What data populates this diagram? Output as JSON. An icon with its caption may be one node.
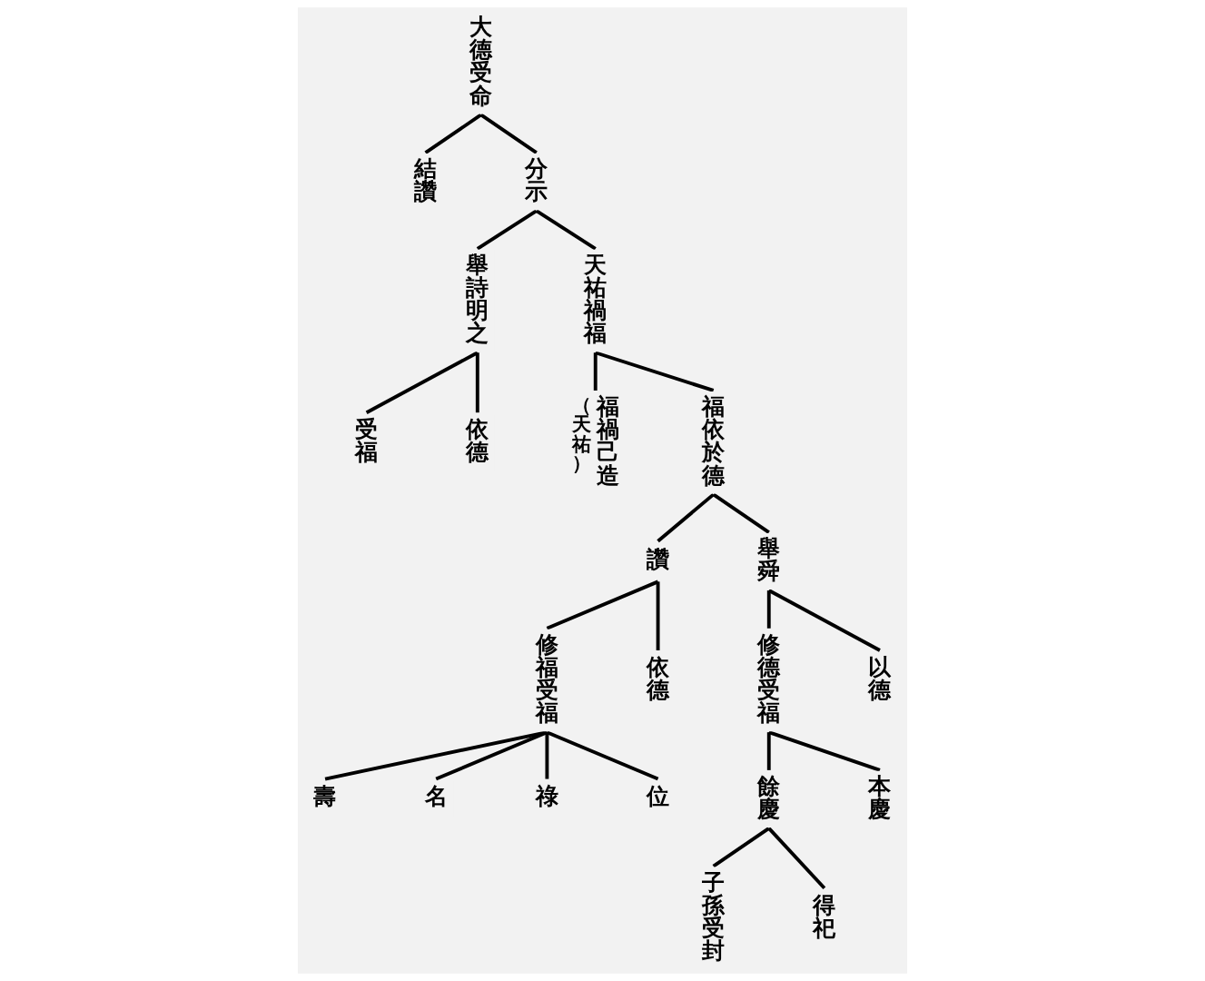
{
  "diagram": {
    "nodes": [
      {
        "text": [
          "大德受命"
        ]
      },
      {
        "text": [
          "結讚"
        ]
      },
      {
        "text": [
          "分示"
        ]
      },
      {
        "text": [
          "舉詩明之"
        ]
      },
      {
        "text": [
          "天祐禍福"
        ]
      },
      {
        "text": [
          "受福"
        ]
      },
      {
        "text": [
          "依德"
        ]
      },
      {
        "text": [
          "福禍己造"
        ],
        "beside": [
          "（天祐）"
        ]
      },
      {
        "text": [
          "福依於德"
        ]
      },
      {
        "text": [
          "讚"
        ]
      },
      {
        "text": [
          "舉舜"
        ]
      },
      {
        "text": [
          "修福受福"
        ]
      },
      {
        "text": [
          "依德"
        ]
      },
      {
        "text": [
          "修德受福"
        ]
      },
      {
        "text": [
          "以德"
        ]
      },
      {
        "text": [
          "壽"
        ]
      },
      {
        "text": [
          "名"
        ]
      },
      {
        "text": [
          "祿"
        ]
      },
      {
        "text": [
          "位"
        ]
      },
      {
        "text": [
          "餘慶"
        ]
      },
      {
        "text": [
          "本慶"
        ]
      },
      {
        "text": [
          "子孫受封"
        ]
      },
      {
        "text": [
          "得祀"
        ]
      }
    ],
    "edges": [
      {
        "from": 0,
        "to": 1,
        "arrow": "none"
      },
      {
        "from": 0,
        "to": 2,
        "arrow": "none"
      },
      {
        "from": 2,
        "to": 3,
        "arrow": "none"
      },
      {
        "from": 2,
        "to": 4,
        "arrow": "none"
      },
      {
        "from": 3,
        "to": 5,
        "arrow": "none"
      },
      {
        "from": 3,
        "to": 6,
        "arrow": "none"
      },
      {
        "from": 4,
        "to": 7,
        "arrow": "none"
      },
      {
        "from": 4,
        "to": 8,
        "arrow": "none"
      },
      {
        "from": 8,
        "to": 9,
        "arrow": "none"
      },
      {
        "from": 8,
        "to": 10,
        "arrow": "none"
      },
      {
        "from": 9,
        "to": 11,
        "arrow": "none"
      },
      {
        "from": 9,
        "to": 12,
        "arrow": "none"
      },
      {
        "from": 10,
        "to": 13,
        "arrow": "none"
      },
      {
        "from": 10,
        "to": 14,
        "arrow": "none"
      },
      {
        "from": 11,
        "to": 15,
        "arrow": "none"
      },
      {
        "from": 11,
        "to": 16,
        "arrow": "none"
      },
      {
        "from": 11,
        "to": 17,
        "arrow": "none"
      },
      {
        "from": 11,
        "to": 18,
        "arrow": "none"
      },
      {
        "from": 13,
        "to": 19,
        "arrow": "none"
      },
      {
        "from": 13,
        "to": 20,
        "arrow": "none"
      },
      {
        "from": 19,
        "to": 21,
        "arrow": "none"
      },
      {
        "from": 19,
        "to": 22,
        "arrow": "none"
      }
    ]
  }
}
